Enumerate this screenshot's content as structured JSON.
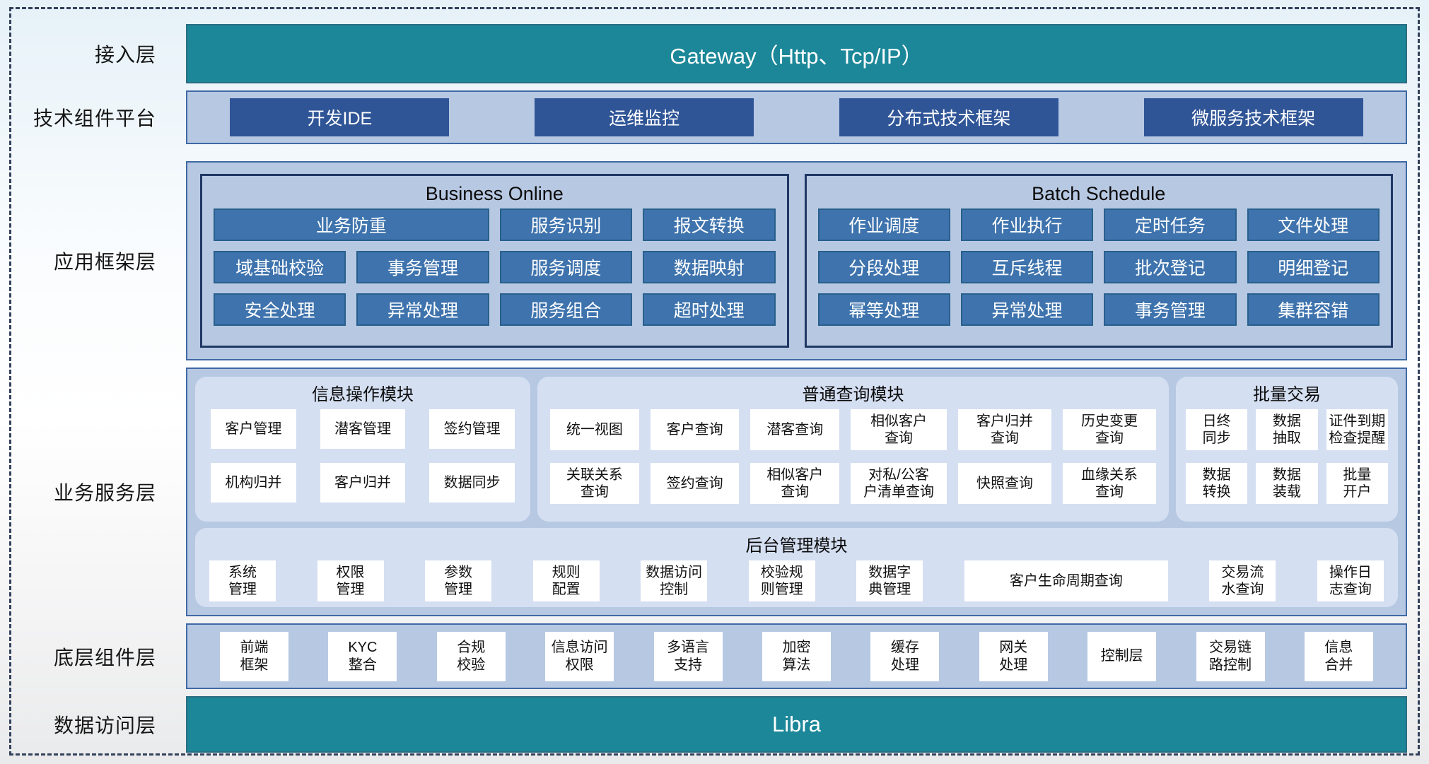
{
  "colors": {
    "teal": "#1b8798",
    "dark_blue": "#2f5597",
    "steel_blue": "#3e73ad",
    "container_blue": "#b7c8e2",
    "module_blue": "#d5dff2",
    "dashed_border": "#33415c"
  },
  "layers": {
    "access": {
      "label": "接入层",
      "bar": "Gateway（Http、Tcp/IP）"
    },
    "tech": {
      "label": "技术组件平台",
      "items": [
        "开发IDE",
        "运维监控",
        "分布式技术框架",
        "微服务技术框架"
      ]
    },
    "app": {
      "label": "应用框架层",
      "business_online": {
        "title": "Business Online",
        "items": [
          "业务防重",
          "服务识别",
          "报文转换",
          "域基础校验",
          "事务管理",
          "服务调度",
          "数据映射",
          "安全处理",
          "异常处理",
          "服务组合",
          "超时处理"
        ]
      },
      "batch_schedule": {
        "title": "Batch Schedule",
        "items": [
          "作业调度",
          "作业执行",
          "定时任务",
          "文件处理",
          "分段处理",
          "互斥线程",
          "批次登记",
          "明细登记",
          "幂等处理",
          "异常处理",
          "事务管理",
          "集群容错"
        ]
      }
    },
    "service": {
      "label": "业务服务层",
      "info_module": {
        "title": "信息操作模块",
        "items": [
          "客户管理",
          "潜客管理",
          "签约管理",
          "机构归并",
          "客户归并",
          "数据同步"
        ]
      },
      "query_module": {
        "title": "普通查询模块",
        "items": [
          "统一视图",
          "客户查询",
          "潜客查询",
          "相似客户\n查询",
          "客户归并\n查询",
          "历史变更\n查询",
          "关联关系\n查询",
          "签约查询",
          "相似客户\n查询",
          "对私/公客\n户清单查询",
          "快照查询",
          "血缘关系\n查询"
        ]
      },
      "batch_module": {
        "title": "批量交易",
        "items": [
          "日终\n同步",
          "数据\n抽取",
          "证件到期\n检查提醒",
          "数据\n转换",
          "数据\n装载",
          "批量\n开户"
        ]
      },
      "admin_module": {
        "title": "后台管理模块",
        "items": [
          "系统\n管理",
          "权限\n管理",
          "参数\n管理",
          "规则\n配置",
          "数据访问\n控制",
          "校验规\n则管理",
          "数据字\n典管理",
          "客户生命周期查询",
          "交易流\n水查询",
          "操作日\n志查询"
        ]
      }
    },
    "base": {
      "label": "底层组件层",
      "items": [
        "前端\n框架",
        "KYC\n整合",
        "合规\n校验",
        "信息访问\n权限",
        "多语言\n支持",
        "加密\n算法",
        "缓存\n处理",
        "网关\n处理",
        "控制层",
        "交易链\n路控制",
        "信息\n合并"
      ]
    },
    "data": {
      "label": "数据访问层",
      "bar": "Libra"
    }
  }
}
